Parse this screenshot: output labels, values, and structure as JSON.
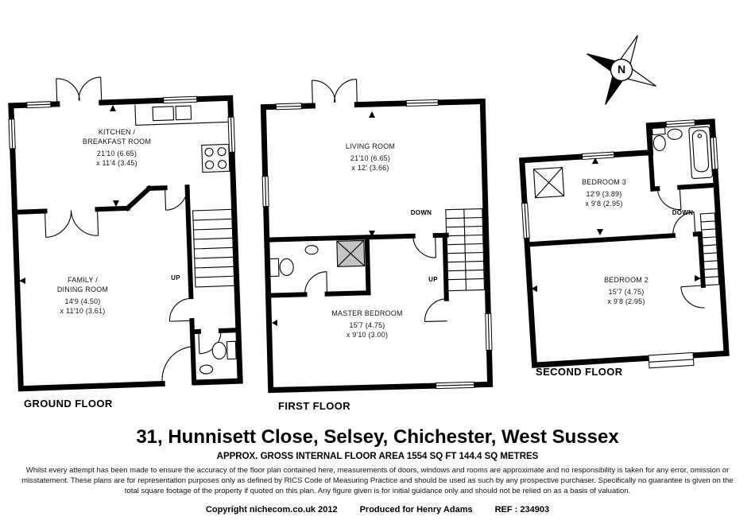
{
  "page": {
    "title": "31, Hunnisett Close, Selsey, Chichester, West Sussex",
    "area_line": "APPROX. GROSS INTERNAL FLOOR AREA 1554 SQ FT 144.4 SQ METRES",
    "disclaimer": "Whilst every attempt has been made to ensure the accuracy of the floor plan contained here, measurements of doors, windows and rooms are approximate and no responsibility is taken for any error, omission or misstatement. These plans are for representation purposes only as defined by RICS Code of Measuring Practice and should be used as such by any prospective purchaser. Specifically no guarantee is given on the total square footage of the property if quoted on this plan. Any figure given is for initial guidance only and should not be relied on as a basis of valuation.",
    "copyright": "Copyright nichecom.co.uk 2012",
    "produced_for": "Produced for Henry Adams",
    "ref": "REF : 234903"
  },
  "compass": {
    "north_label": "N"
  },
  "floors": {
    "ground": {
      "label": "GROUND FLOOR",
      "stairs_up": "UP",
      "kitchen": {
        "name1": "KITCHEN /",
        "name2": "BREAKFAST ROOM",
        "dim1": "21'10 (6.65)",
        "dim2": "x 11'4 (3.45)"
      },
      "family": {
        "name1": "FAMILY /",
        "name2": "DINING ROOM",
        "dim1": "14'9 (4.50)",
        "dim2": "x 11'10 (3.61)"
      }
    },
    "first": {
      "label": "FIRST FLOOR",
      "stairs_down": "DOWN",
      "stairs_up": "UP",
      "living": {
        "name1": "LIVING ROOM",
        "dim1": "21'10 (6.65)",
        "dim2": "x 12' (3.66)"
      },
      "master": {
        "name1": "MASTER BEDROOM",
        "dim1": "15'7 (4.75)",
        "dim2": "x 9'10 (3.00)"
      }
    },
    "second": {
      "label": "SECOND FLOOR",
      "stairs_down": "DOWN",
      "bedroom3": {
        "name1": "BEDROOM 3",
        "dim1": "12'9 (3.89)",
        "dim2": "x 9'8 (2.95)"
      },
      "bedroom2": {
        "name1": "BEDROOM 2",
        "dim1": "15'7 (4.75)",
        "dim2": "x 9'8 (2.95)"
      }
    }
  },
  "colors": {
    "wall": "#000000",
    "background": "#ffffff",
    "shower_fill": "#c4c4c4"
  },
  "icons": [
    "north-arrow-icon",
    "sink-icon",
    "cooktop-icon",
    "toilet-icon",
    "basin-icon",
    "shower-icon",
    "bath-icon",
    "skylight-icon",
    "stairs-icon",
    "door-swing-icon",
    "window-icon",
    "dimension-arrow"
  ]
}
